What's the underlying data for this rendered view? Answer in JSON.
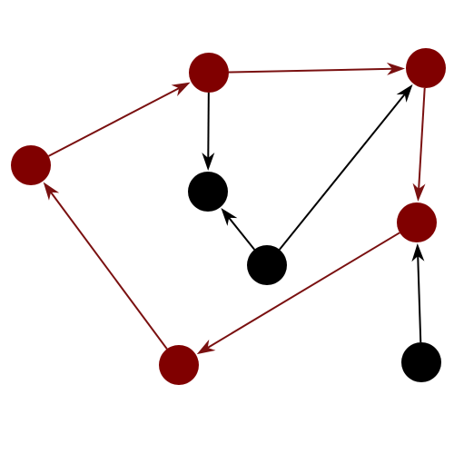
{
  "graph": {
    "colors": {
      "cycle": "#800000",
      "cycle_edge": "#7a1010",
      "other": "#000000",
      "other_edge": "#000000",
      "background": "#ffffff"
    },
    "nodes": [
      {
        "id": "n1",
        "group": "cycle"
      },
      {
        "id": "n2",
        "group": "cycle"
      },
      {
        "id": "n3",
        "group": "cycle"
      },
      {
        "id": "n4",
        "group": "cycle"
      },
      {
        "id": "n5",
        "group": "cycle"
      },
      {
        "id": "n6",
        "group": "other"
      },
      {
        "id": "n7",
        "group": "other"
      },
      {
        "id": "n8",
        "group": "other"
      }
    ],
    "edges": [
      {
        "from": "n1",
        "to": "n2",
        "group": "cycle"
      },
      {
        "from": "n2",
        "to": "n3",
        "group": "cycle"
      },
      {
        "from": "n3",
        "to": "n4",
        "group": "cycle"
      },
      {
        "from": "n4",
        "to": "n5",
        "group": "cycle"
      },
      {
        "from": "n5",
        "to": "n1",
        "group": "cycle"
      },
      {
        "from": "n2",
        "to": "n6",
        "group": "other"
      },
      {
        "from": "n7",
        "to": "n6",
        "group": "other"
      },
      {
        "from": "n7",
        "to": "n3",
        "group": "other"
      },
      {
        "from": "n8",
        "to": "n4",
        "group": "other"
      }
    ]
  }
}
